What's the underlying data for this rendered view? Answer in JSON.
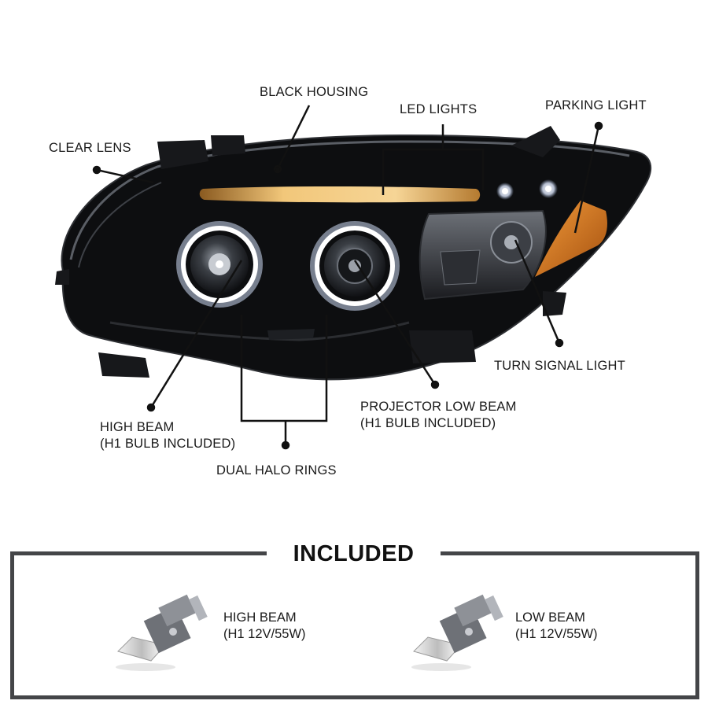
{
  "callouts": {
    "black_housing": "BLACK HOUSING",
    "led_lights": "LED LIGHTS",
    "parking_light": "PARKING LIGHT",
    "clear_lens": "CLEAR LENS",
    "turn_signal_light": "TURN SIGNAL LIGHT",
    "projector_low_beam": {
      "line1": "PROJECTOR LOW BEAM",
      "line2": "(H1 BULB INCLUDED)"
    },
    "high_beam": {
      "line1": "HIGH BEAM",
      "line2": "(H1 BULB INCLUDED)"
    },
    "dual_halo_rings": "DUAL HALO RINGS"
  },
  "included": {
    "title": "INCLUDED",
    "items": [
      {
        "line1": "HIGH BEAM",
        "line2": "(H1 12V/55W)"
      },
      {
        "line1": "LOW BEAM",
        "line2": "(H1 12V/55W)"
      }
    ]
  },
  "colors": {
    "housing": "#0d0e10",
    "amber": "#d9791c",
    "halo": "#e8f1ff",
    "frame": "#444548",
    "leader": "#111111"
  },
  "icons": [
    "headlight-assembly",
    "h1-bulb-icon"
  ]
}
